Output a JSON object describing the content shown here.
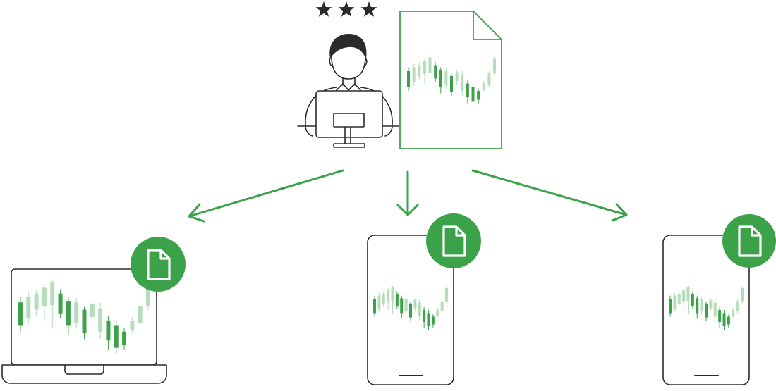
{
  "colors": {
    "accent": "#3ba24a",
    "accent_light": "#b5ddb9",
    "outline": "#2b2b2b",
    "background": "#ffffff"
  },
  "rating": {
    "stars": 3,
    "icon": "star-icon"
  },
  "analyst": {
    "icon": "person-at-monitor-icon"
  },
  "report": {
    "icon": "document-with-chart-icon"
  },
  "arrows": [
    {
      "name": "arrow-to-laptop",
      "target": "laptop"
    },
    {
      "name": "arrow-to-phone-1",
      "target": "phone-1"
    },
    {
      "name": "arrow-to-phone-2",
      "target": "phone-2"
    }
  ],
  "devices": [
    {
      "name": "laptop",
      "badge_icon": "document-icon"
    },
    {
      "name": "phone-1",
      "badge_icon": "document-icon"
    },
    {
      "name": "phone-2",
      "badge_icon": "document-icon"
    }
  ]
}
